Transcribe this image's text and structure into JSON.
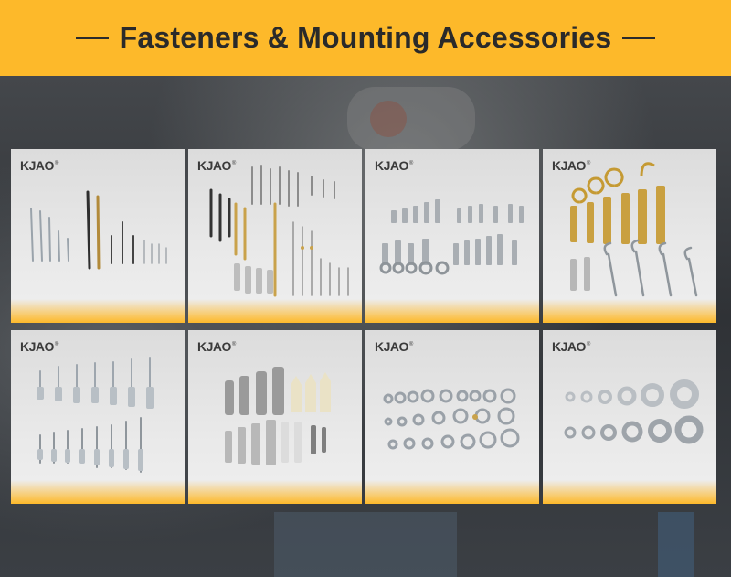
{
  "header": {
    "title": "Fasteners & Mounting Accessories",
    "background_color": "#fdb92a",
    "text_color": "#2a2a2a"
  },
  "cards": [
    {
      "logo": "KJAO",
      "subject": "nails"
    },
    {
      "logo": "KJAO",
      "subject": "screws and wall anchors"
    },
    {
      "logo": "KJAO",
      "subject": "bolts"
    },
    {
      "logo": "KJAO",
      "subject": "expansion anchors with hooks"
    },
    {
      "logo": "KJAO",
      "subject": "blind rivets"
    },
    {
      "logo": "KJAO",
      "subject": "plastic wall plugs"
    },
    {
      "logo": "KJAO",
      "subject": "nuts"
    },
    {
      "logo": "KJAO",
      "subject": "washers"
    }
  ],
  "logo_registered_mark": "®",
  "accent_color": "#fdb92a"
}
